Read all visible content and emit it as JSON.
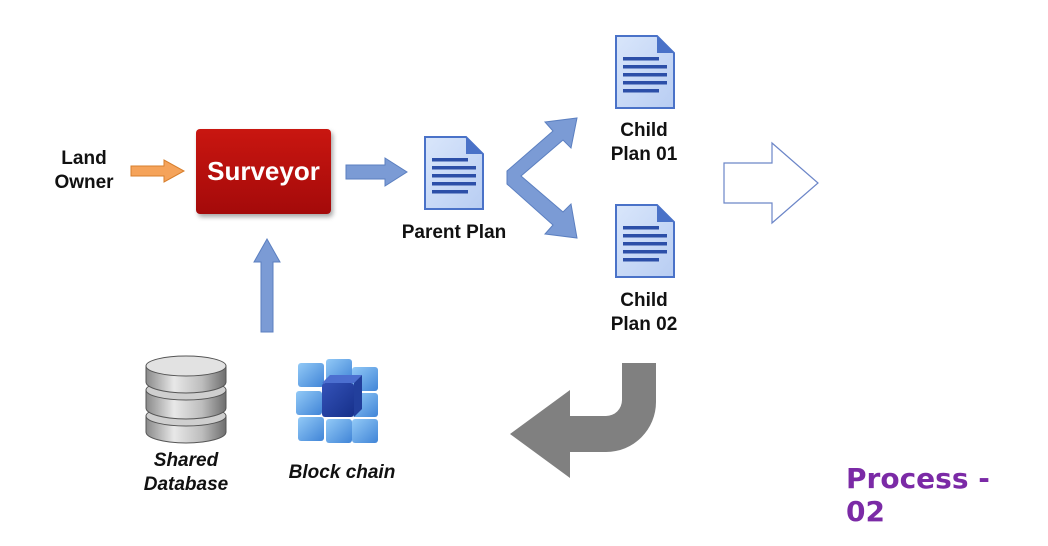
{
  "nodes": {
    "land_owner": [
      "Land",
      "Owner"
    ],
    "surveyor": "Surveyor",
    "parent_plan": "Parent Plan",
    "child_plan_01": [
      "Child",
      "Plan 01"
    ],
    "child_plan_02": [
      "Child",
      "Plan 02"
    ],
    "shared_database": [
      "Shared",
      "Database"
    ],
    "block_chain": "Block chain"
  },
  "process_label": "Process - 02",
  "colors": {
    "surveyor_bg": "#b3100c",
    "flow_arrow": "#7b9bd5",
    "owner_arrow": "#f5a35a",
    "return_arrow": "#808080",
    "process_text": "#7b2aa6"
  }
}
